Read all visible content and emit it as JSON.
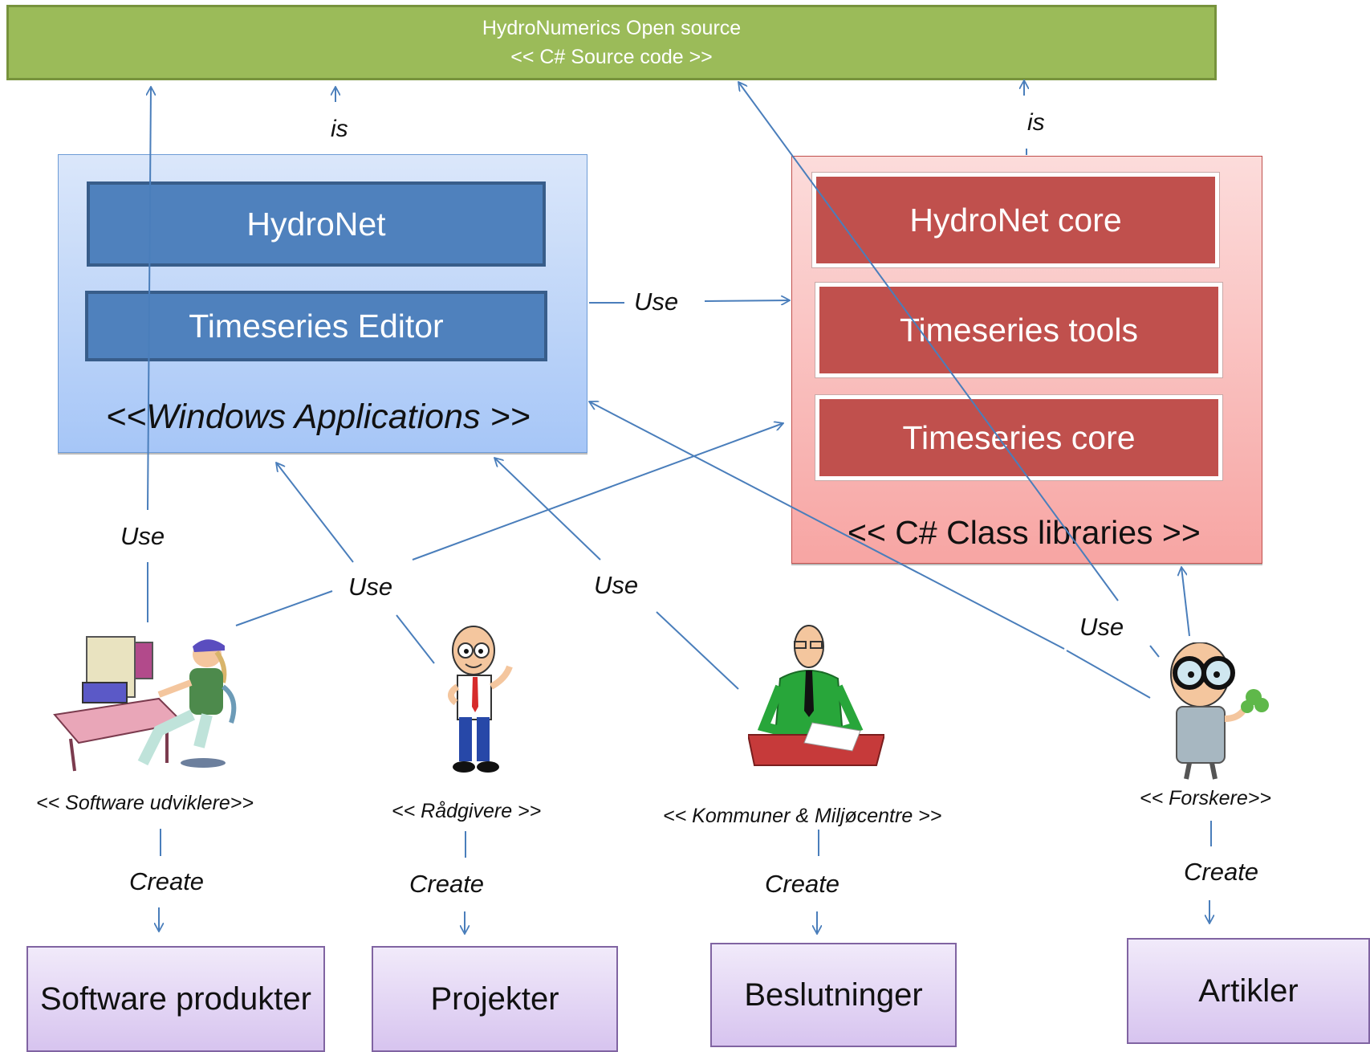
{
  "banner": {
    "line1": "HydroNumerics Open source",
    "line2": "<< C# Source code >>"
  },
  "windows_apps": {
    "items": [
      "HydroNet",
      "Timeseries Editor"
    ],
    "stereotype": "<<Windows Applications >>"
  },
  "class_libraries": {
    "items": [
      "HydroNet core",
      "Timeseries tools",
      "Timeseries core"
    ],
    "stereotype": "<< C# Class libraries >>"
  },
  "labels": {
    "is": "is",
    "use": "Use",
    "create": "Create"
  },
  "actors": [
    {
      "name": "<< Software udviklere>>",
      "product": "Software produkter"
    },
    {
      "name": "<< Rådgivere >>",
      "product": "Projekter"
    },
    {
      "name": "<< Kommuner & Miljøcentre  >>",
      "product": "Beslutninger"
    },
    {
      "name": "<< Forskere>>",
      "product": "Artikler"
    }
  ],
  "colors": {
    "banner": "#9bbb59",
    "apps": "#4f81bd",
    "libs": "#c0504d",
    "products": "#d7c4ef",
    "connector": "#4a7ebb"
  }
}
